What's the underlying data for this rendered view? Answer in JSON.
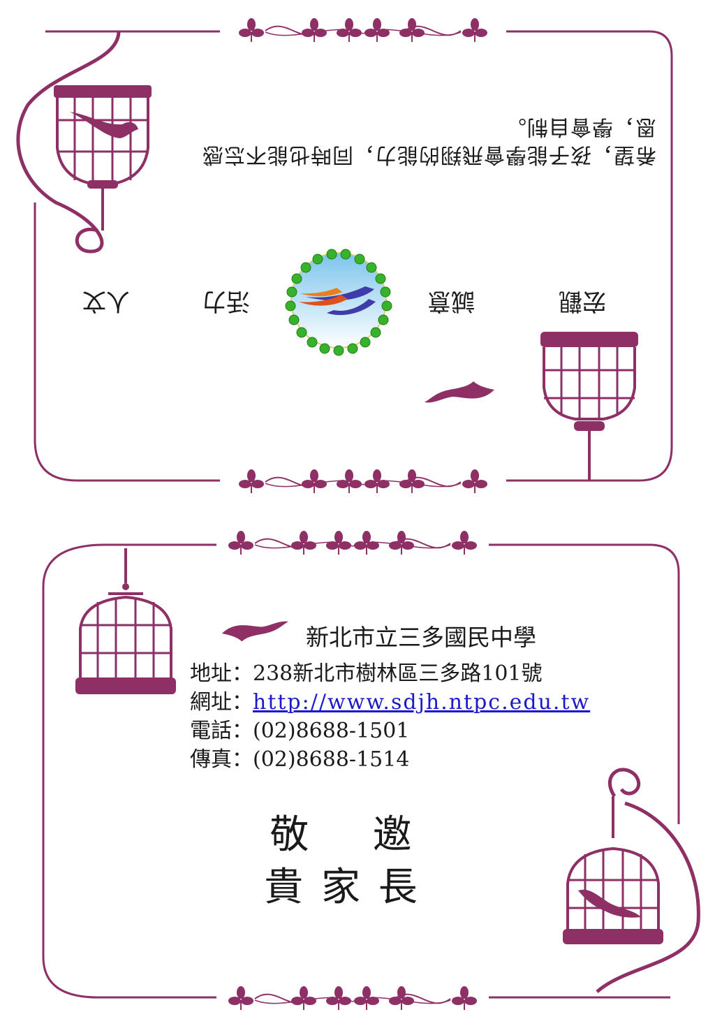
{
  "upside_down_panel": {
    "paragraph_line1": "希望，孩子能學會飛翔的能力，同時也能不忘感",
    "paragraph_line2": "恩，學會自制。",
    "mottos": [
      "宏觀",
      "誠意",
      "活力",
      "人文"
    ]
  },
  "contact_panel": {
    "school_name": "新北市立三多國民中學",
    "address_label": "地址：",
    "address_value": "238新北市樹林區三多路101號",
    "website_label": "網址：",
    "website_value": "http://www.sdjh.ntpc.edu.tw",
    "phone_label": "電話：",
    "phone_value": "(02)8688-1501",
    "fax_label": "傳真：",
    "fax_value": "(02)8688-1514",
    "invite_line1": "敬    邀",
    "invite_line2": "貴 家 長"
  },
  "colors": {
    "frame": "#8e2f65",
    "logo_ring": "#36b32a",
    "link": "#1a1acc"
  }
}
